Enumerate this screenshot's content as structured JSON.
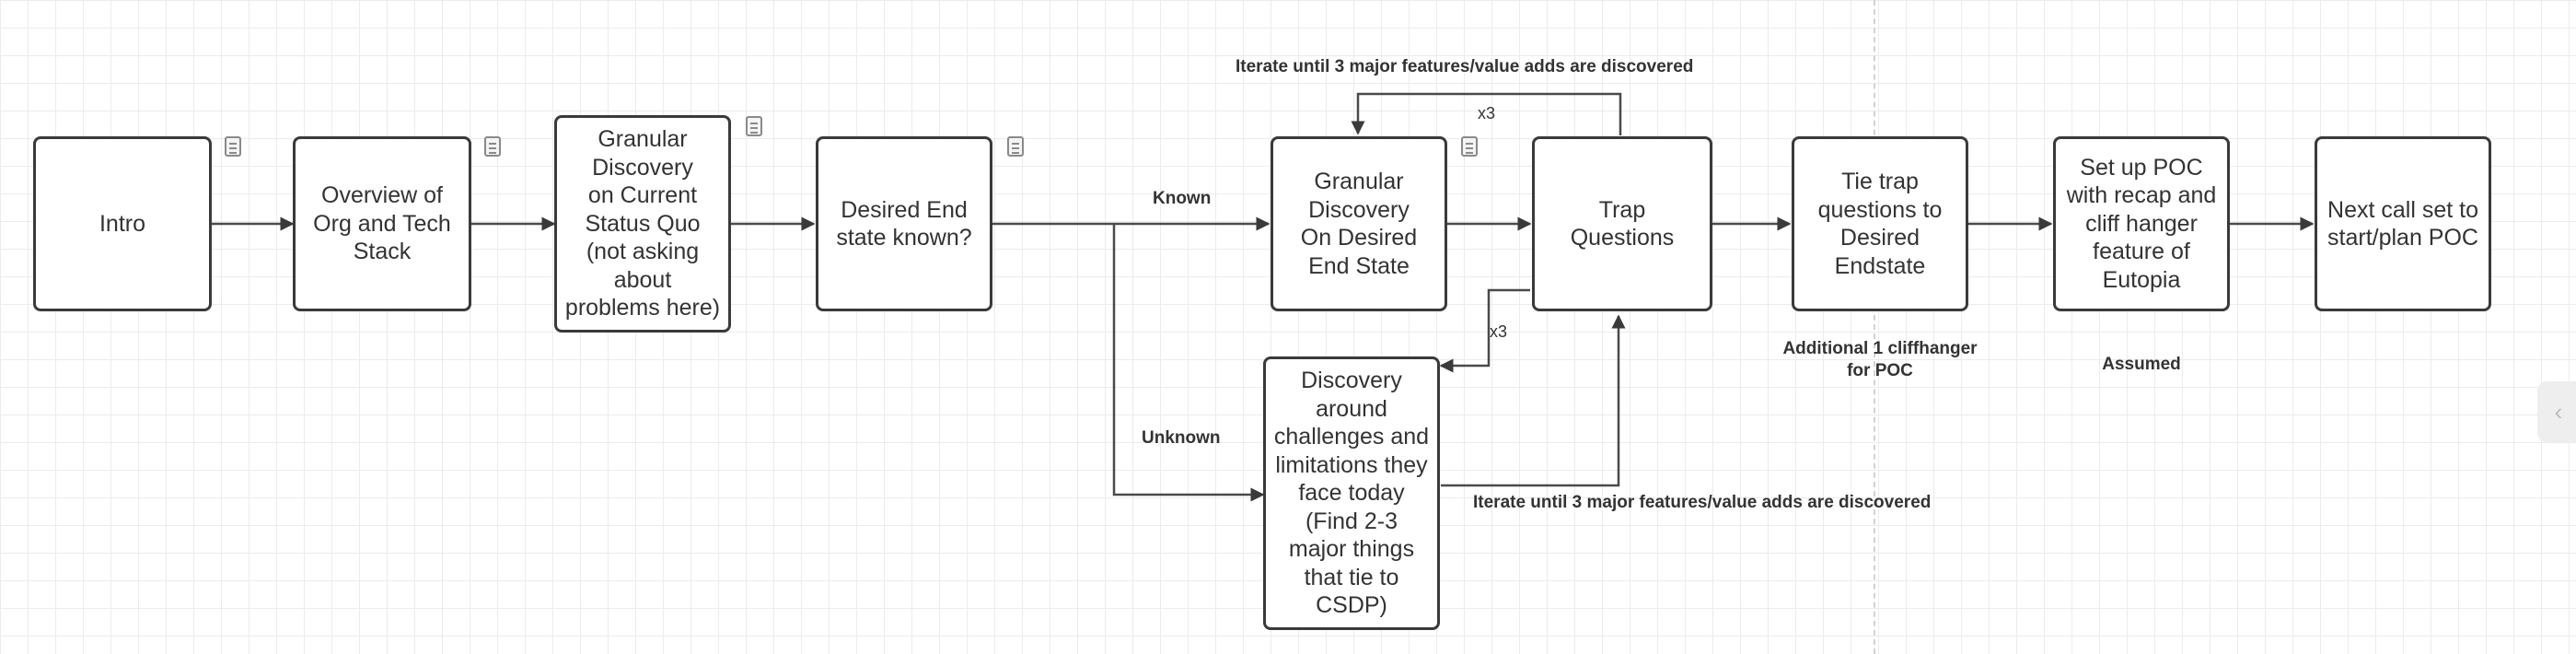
{
  "nodes": {
    "intro": "Intro",
    "overview": [
      "Overview of",
      "Org and Tech",
      "Stack"
    ],
    "granular_current": [
      "Granular",
      "Discovery",
      "on Current",
      "Status Quo",
      "(not asking",
      "about",
      "problems here)"
    ],
    "desired_end": [
      "Desired End",
      "state known?"
    ],
    "granular_desired": [
      "Granular",
      "Discovery",
      "On Desired",
      "End State"
    ],
    "trap": [
      "Trap",
      "Questions"
    ],
    "discovery_challenges": [
      "Discovery",
      "around",
      "challenges and",
      "limitations they",
      "face today",
      "(Find 2-3",
      "major things",
      "that tie to",
      "CSDP)"
    ],
    "tie_trap": [
      "Tie trap",
      "questions to",
      "Desired",
      "Endstate"
    ],
    "setup_poc": [
      "Set up POC",
      "with recap and",
      "cliff hanger",
      "feature of",
      "Eutopia"
    ],
    "next_call": [
      "Next call set to",
      "start/plan POC"
    ]
  },
  "labels": {
    "iterate_top": "Iterate until 3 major features/value adds are discovered",
    "x3_top": "x3",
    "known": "Known",
    "unknown": "Unknown",
    "x3_mid": "x3",
    "iterate_bottom": "Iterate until 3 major features/value adds are discovered",
    "additional": "Additional 1 cliffhanger for POC",
    "assumed": "Assumed"
  },
  "icons": {
    "note": "note-icon",
    "side_tab": "chevron-left-icon",
    "side_tab_glyph": "‹"
  },
  "colors": {
    "stroke": "#3a3a3a",
    "text": "#333333",
    "grid": "#ececec"
  }
}
